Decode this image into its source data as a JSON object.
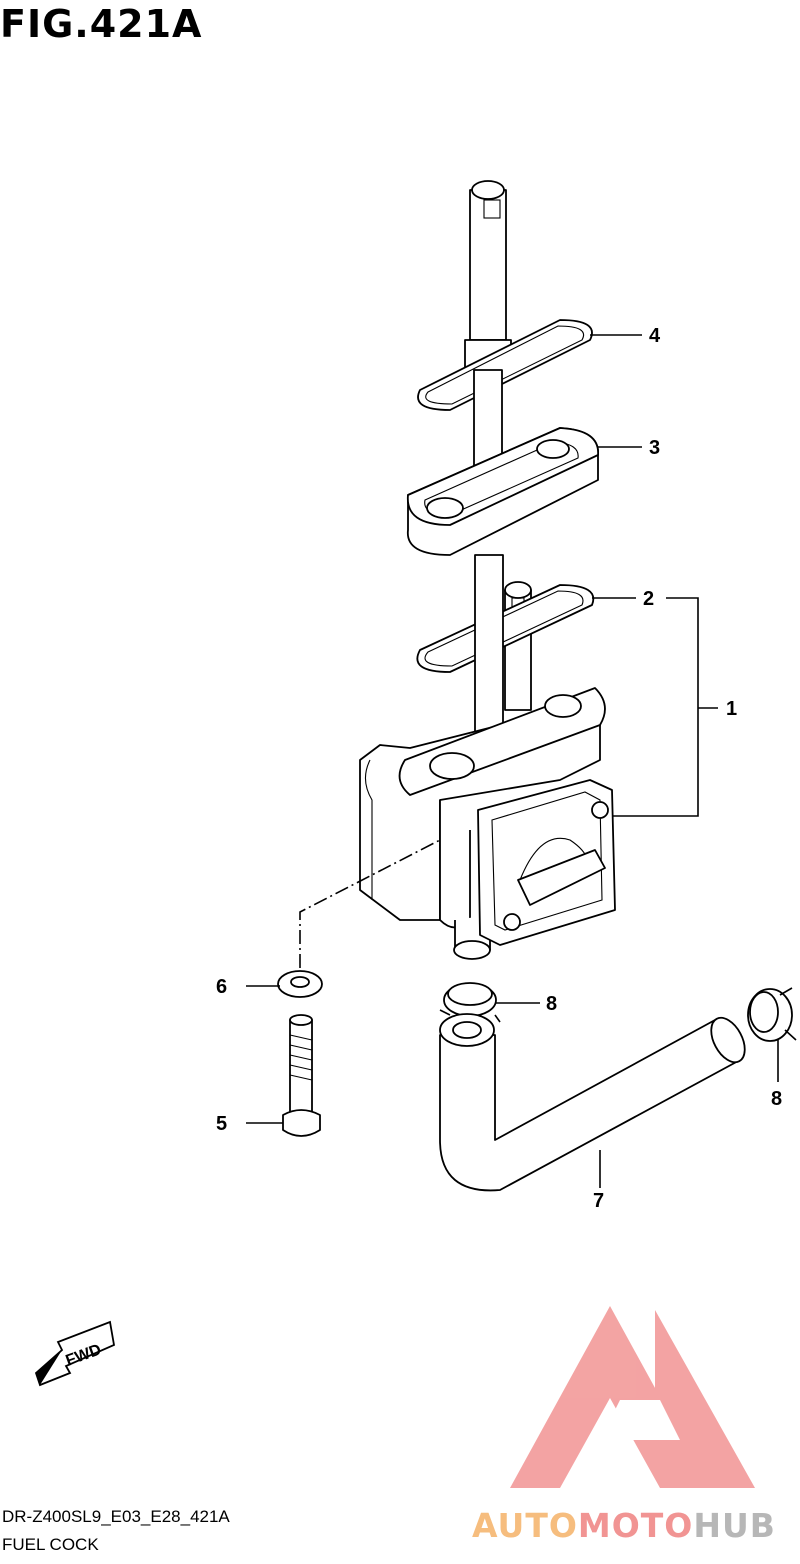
{
  "figure": {
    "title": "FIG.421A"
  },
  "callouts": [
    {
      "id": "1",
      "label": "1"
    },
    {
      "id": "2",
      "label": "2"
    },
    {
      "id": "3",
      "label": "3"
    },
    {
      "id": "4",
      "label": "4"
    },
    {
      "id": "5",
      "label": "5"
    },
    {
      "id": "6",
      "label": "6"
    },
    {
      "id": "7",
      "label": "7"
    },
    {
      "id": "8a",
      "label": "8"
    },
    {
      "id": "8b",
      "label": "8"
    }
  ],
  "fwd_arrow": {
    "label": "FWD"
  },
  "footer": {
    "code": "DR-Z400SL9_E03_E28_421A",
    "name": "FUEL COCK"
  },
  "watermark": {
    "text_a": "AUTO",
    "text_m": "MOTO",
    "text_h": "HUB",
    "colors": {
      "logo": "#f19493",
      "auto": "#f6bd7e",
      "moto": "#f19493",
      "hub": "#b7b7b7"
    }
  }
}
